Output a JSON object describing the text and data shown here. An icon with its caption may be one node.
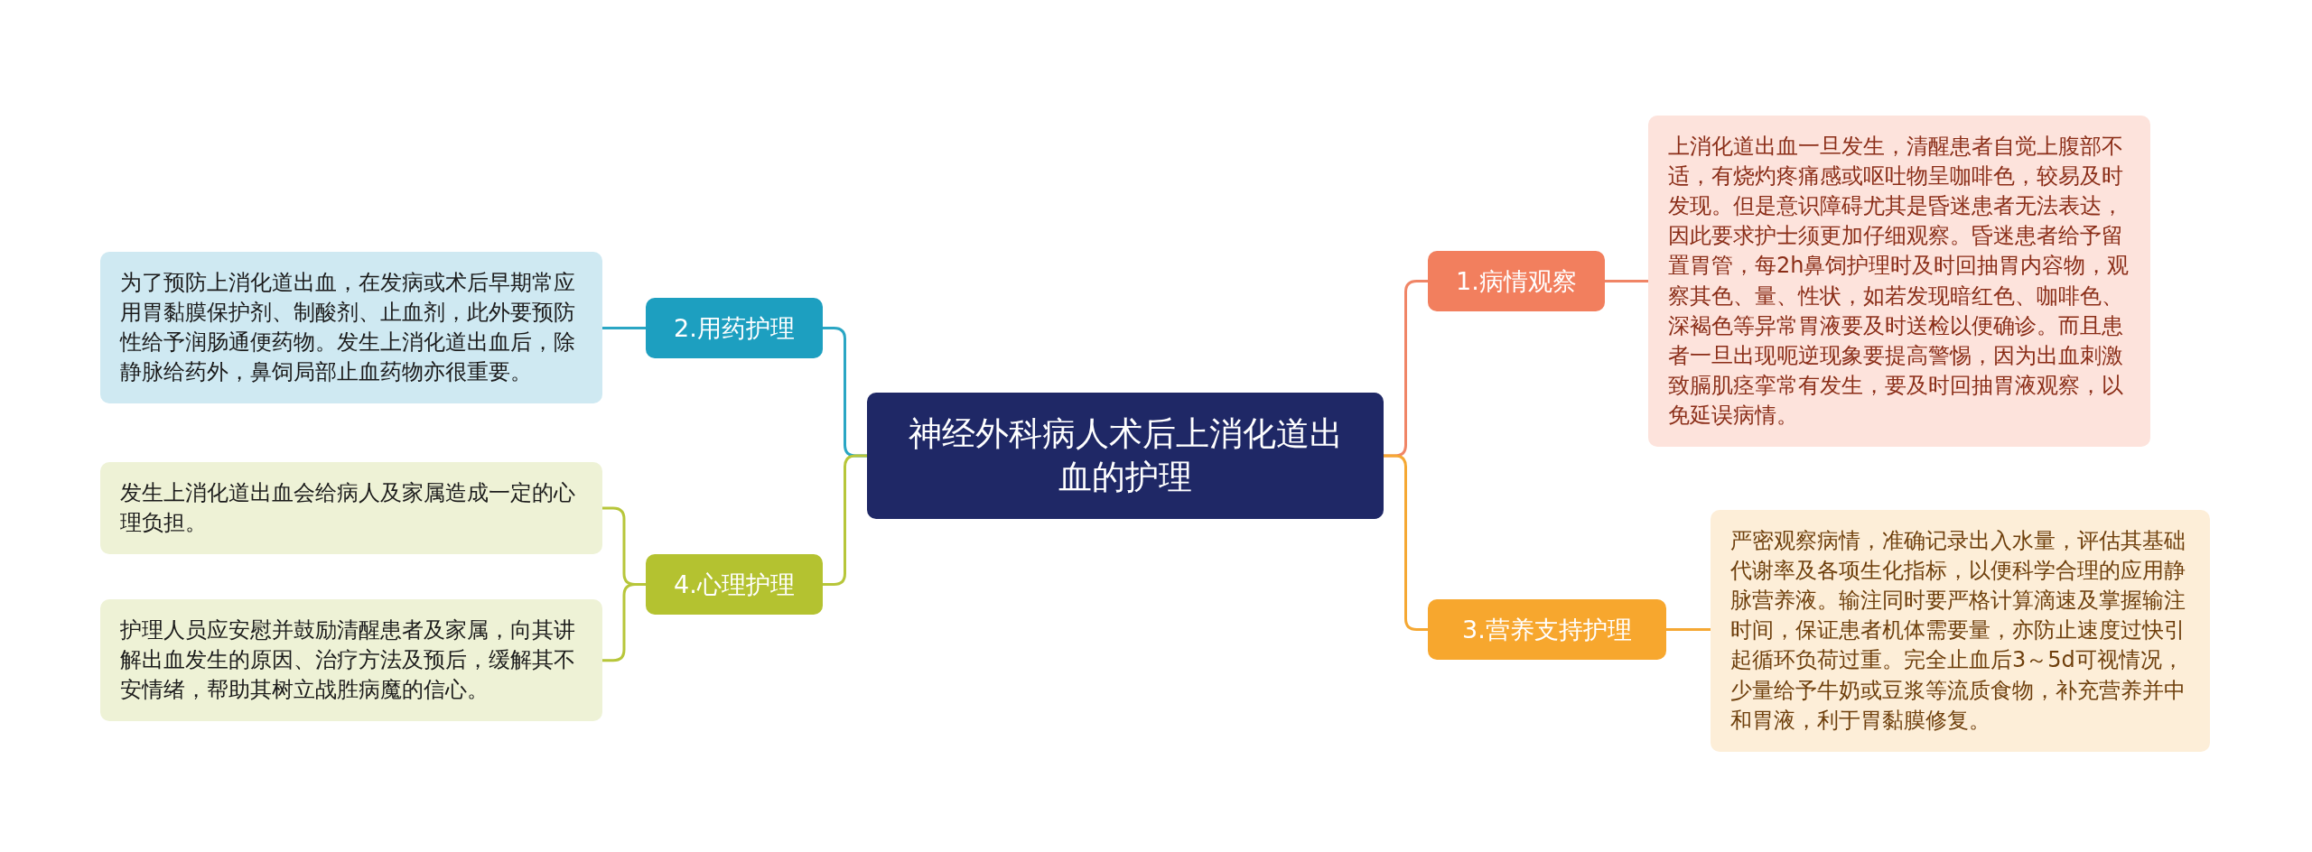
{
  "diagram": {
    "nodes": [
      {
        "text": [
          "神经外科病人术后上消化道出血的护理"
        ]
      },
      {
        "text": [
          "1.病情观察"
        ]
      },
      {
        "text": [
          "上消化道出血一旦发生，清醒患者自觉上腹部不适，有烧灼疼痛感或呕吐物呈咖啡色，较易及时发现。但是意识障碍尤其是昏迷患者无法表达，因此要求护士须更加仔细观察。昏迷患者给予留置胃管，每2h鼻饲护理时及时回抽胃内容物，观察其色、量、性状，如若发现暗红色、咖啡色、深褐色等异常胃液要及时送检以便确诊。而且患者一旦出现呃逆现象要提高警惕，因为出血刺激致膈肌痉挛常有发生，要及时回抽胃液观察，以免延误病情。"
        ]
      },
      {
        "text": [
          "2.用药护理"
        ]
      },
      {
        "text": [
          "为了预防上消化道出血，在发病或术后早期常应用胃黏膜保护剂、制酸剂、止血剂，此外要预防性给予润肠通便药物。发生上消化道出血后，除静脉给药外，鼻饲局部止血药物亦很重要。"
        ]
      },
      {
        "text": [
          "3.营养支持护理"
        ]
      },
      {
        "text": [
          "严密观察病情，准确记录出入水量，评估其基础代谢率及各项生化指标，以便科学合理的应用静脉营养液。输注同时要严格计算滴速及掌握输注时间，保证患者机体需要量，亦防止速度过快引起循环负荷过重。完全止血后3～5d可视情况，少量给予牛奶或豆浆等流质食物，补充营养并中和胃液，利于胃黏膜修复。"
        ]
      },
      {
        "text": [
          "4.心理护理"
        ]
      },
      {
        "text": [
          "发生上消化道出血会给病人及家属造成一定的心理负担。"
        ]
      },
      {
        "text": [
          "护理人员应安慰并鼓励清醒患者及家属，向其讲解出血发生的原因、治疗方法及预后，缓解其不安情绪，帮助其树立战胜病魔的信心。"
        ]
      }
    ],
    "edges": [
      {
        "from": 0,
        "to": 1,
        "arrow": "none",
        "color": "#f08566"
      },
      {
        "from": 1,
        "to": 2,
        "arrow": "none",
        "color": "#f08566"
      },
      {
        "from": 0,
        "to": 3,
        "arrow": "none",
        "color": "#2aa6c4"
      },
      {
        "from": 3,
        "to": 4,
        "arrow": "none",
        "color": "#2aa6c4"
      },
      {
        "from": 0,
        "to": 5,
        "arrow": "none",
        "color": "#f5a833"
      },
      {
        "from": 5,
        "to": 6,
        "arrow": "none",
        "color": "#f5a833"
      },
      {
        "from": 0,
        "to": 7,
        "arrow": "none",
        "color": "#b7c63a"
      },
      {
        "from": 7,
        "to": 8,
        "arrow": "none",
        "color": "#b7c63a"
      },
      {
        "from": 7,
        "to": 9,
        "arrow": "none",
        "color": "#b7c63a"
      }
    ]
  }
}
